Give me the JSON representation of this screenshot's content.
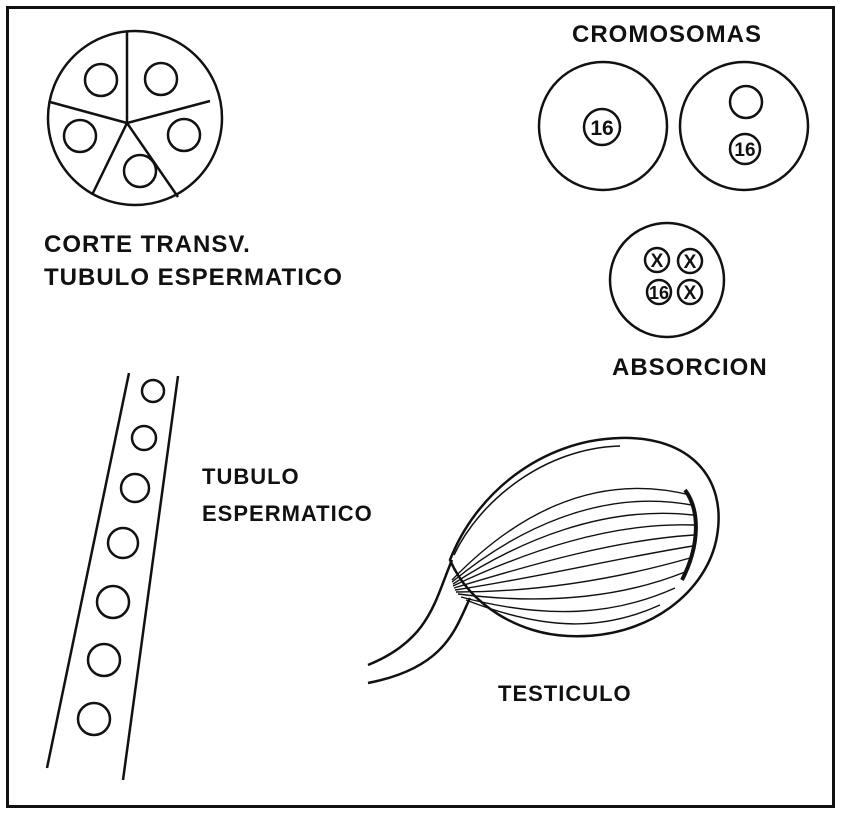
{
  "labels": {
    "corte_line1": "CORTE TRANSV.",
    "corte_line2": "TUBULO ESPERMATICO",
    "cromosomas": "CROMOSOMAS",
    "absorcion": "ABSORCION",
    "tubulo_line1": "TUBULO",
    "tubulo_line2": "ESPERMATICO",
    "testiculo": "TESTICULO"
  },
  "chromosome_marks": {
    "cell_left": "16",
    "cell_right": "16",
    "absorption_number": "16",
    "absorption_x1": "X",
    "absorption_x2": "X",
    "absorption_x3": "X"
  },
  "colors": {
    "ink": "#111111",
    "paper": "#ffffff"
  }
}
